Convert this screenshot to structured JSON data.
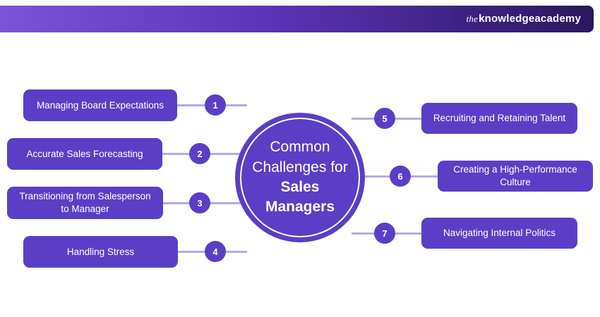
{
  "banner": {
    "logo": {
      "the": "the",
      "knowledge": "knowledge",
      "academy": "academy"
    }
  },
  "center": {
    "title_regular": "Common Challenges for",
    "title_bold": "Sales Managers"
  },
  "items": [
    {
      "number": "1",
      "label": "Managing Board Expectations"
    },
    {
      "number": "2",
      "label": "Accurate Sales Forecasting"
    },
    {
      "number": "3",
      "label": "Transitioning from Salesperson to Manager"
    },
    {
      "number": "4",
      "label": "Handling Stress"
    },
    {
      "number": "5",
      "label": "Recruiting and Retaining Talent"
    },
    {
      "number": "6",
      "label": "Creating a High-Performance Culture"
    },
    {
      "number": "7",
      "label": "Navigating Internal Politics"
    }
  ],
  "colors": {
    "primary": "#5b3ec6",
    "connector": "#b7a6e8",
    "banner_gradient_start": "#7a54d6",
    "banner_gradient_end": "#2a175f"
  }
}
